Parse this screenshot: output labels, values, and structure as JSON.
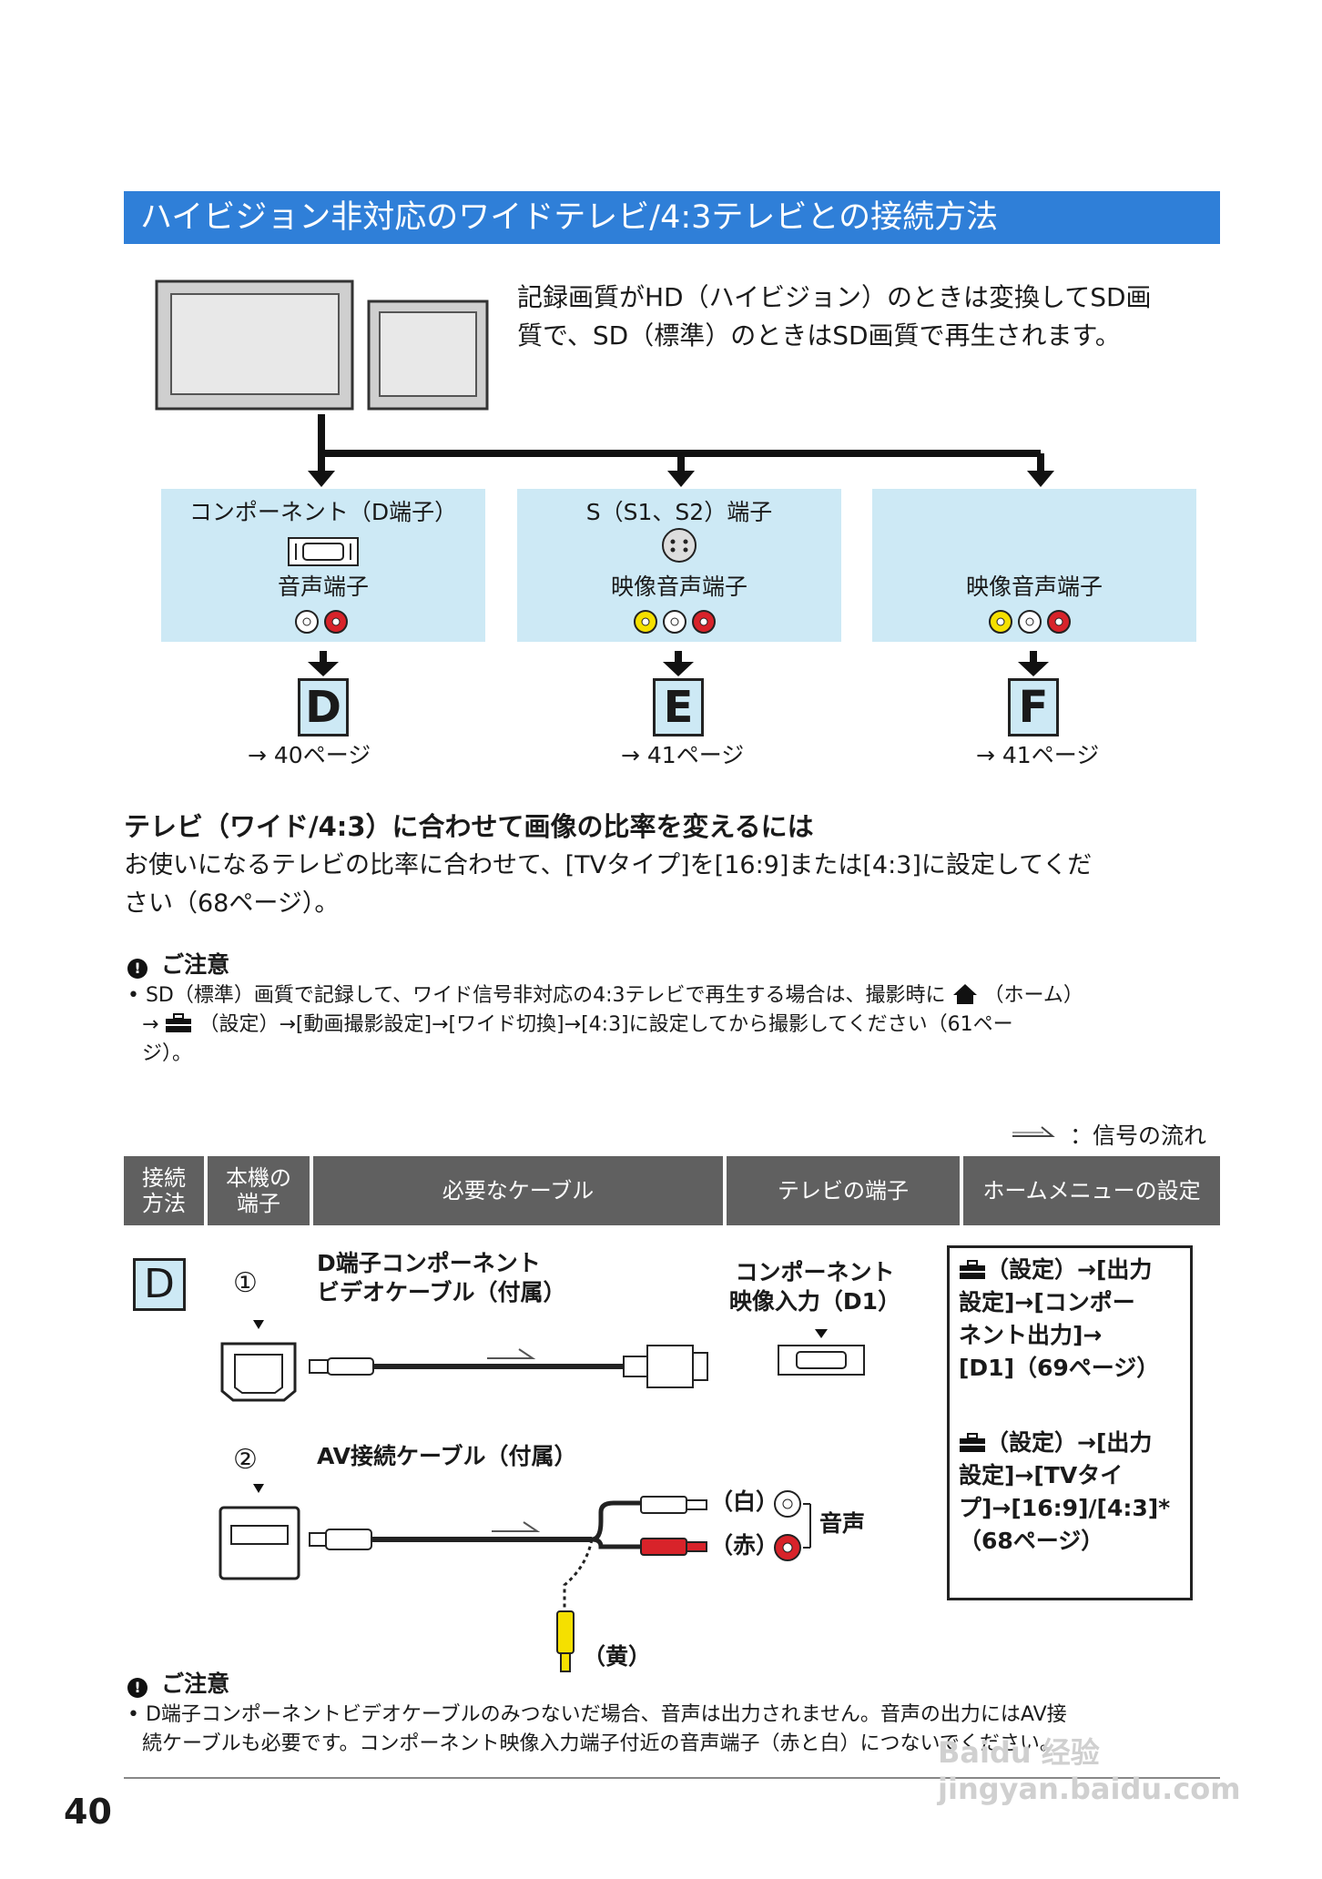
{
  "section_title": "ハイビジョン非対応のワイドテレビ/4:3テレビとの接続方法",
  "intro_lines": [
    "記録画質がHD（ハイビジョン）のときは変換してSD画",
    "質で、SD（標準）のときはSD画質で再生されます。"
  ],
  "panels": [
    {
      "top_label": "コンポーネント（D端子）",
      "bottom_label": "音声端子",
      "letter": "D",
      "page_ref": "→ 40ページ"
    },
    {
      "top_label": "S（S1、S2）端子",
      "bottom_label": "映像音声端子",
      "letter": "E",
      "page_ref": "→ 41ページ"
    },
    {
      "top_label": "",
      "bottom_label": "映像音声端子",
      "letter": "F",
      "page_ref": "→ 41ページ"
    }
  ],
  "subheading": "テレビ（ワイド/4:3）に合わせて画像の比率を変えるには",
  "body_lines": [
    "お使いになるテレビの比率に合わせて、[TVタイプ]を[16:9]または[4:3]に設定してくだ",
    "さい（68ページ）。"
  ],
  "note1": {
    "heading": "ご注意",
    "line1a": "• SD（標準）画質で記録して、ワイド信号非対応の4:3テレビで再生する場合は、撮影時に",
    "line1b": "（ホーム）",
    "line2a": "→",
    "line2b": "（設定）→[動画撮影設定]→[ワイド切換]→[4:3]に設定してから撮影してください（61ペー",
    "line3": "ジ）。"
  },
  "signal_legend": "：信号の流れ",
  "table_headers": [
    "接続\n方法",
    "本機の\n端子",
    "必要なケーブル",
    "テレビの端子",
    "ホームメニューの設定"
  ],
  "row_d": {
    "letter": "D",
    "num1": "①",
    "cable1_lines": [
      "D端子コンポーネント",
      "ビデオケーブル（付属）"
    ],
    "tv_terminal_lines": [
      "コンポーネント",
      "映像入力（D1）"
    ],
    "num2": "②",
    "cable2": "AV接続ケーブル（付属）",
    "white": "（白）",
    "red": "（赤）",
    "yellow": "（黄）",
    "audio": "音声",
    "settings1": [
      "（設定）→[出力",
      "設定]→[コンポー",
      "ネント出力]→",
      "[D1]（69ページ）"
    ],
    "settings2": [
      "（設定）→[出力",
      "設定]→[TVタイ",
      "プ]→[16:9]/[4:3]*",
      "（68ページ）"
    ]
  },
  "note2": {
    "heading": "ご注意",
    "line1": "• D端子コンポーネントビデオケーブルのみつないだ場合、音声は出力されません。音声の出力にはAV接",
    "line2": "続ケーブルも必要です。コンポーネント映像入力端子付近の音声端子（赤と白）につないでください。"
  },
  "page_number": "40",
  "watermark": "Baidu 经验  jingyan.baidu.com",
  "colors": {
    "title_bar": "#2f7fd8",
    "panel": "#cde9f5",
    "header": "#606060",
    "red": "#d8232a",
    "yellow": "#f5e000"
  }
}
